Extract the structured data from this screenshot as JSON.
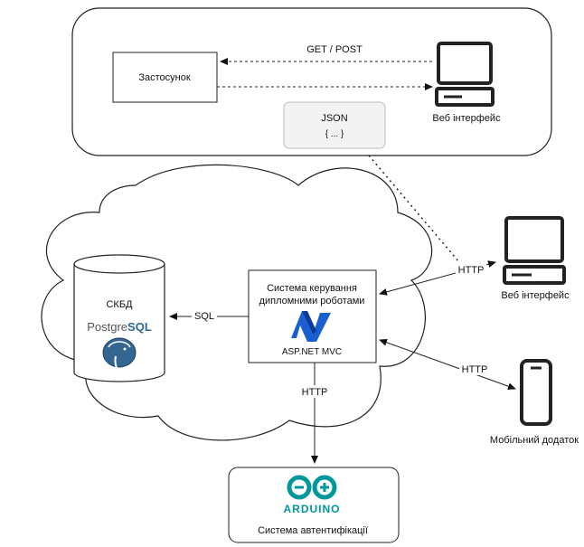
{
  "top_panel": {
    "app_label": "Застосунок",
    "request_label": "GET / POST",
    "json_title": "JSON",
    "json_body": "{ ... }",
    "web_ui_label": "Веб інтерфейс"
  },
  "cloud": {
    "db_label": "СКБД",
    "pg_logo_part1": "Postgre",
    "pg_logo_part2": "SQL",
    "sql_label": "SQL",
    "system_title_line1": "Система керування",
    "system_title_line2": "дипломними роботами",
    "system_tech": "ASP.NET MVC"
  },
  "right_side": {
    "web_ui_label": "Веб інтерфейс",
    "http_web": "HTTP",
    "http_mobile": "HTTP",
    "mobile_label": "Мобільний додаток"
  },
  "bottom": {
    "http_label": "HTTP",
    "arduino_label": "ARDUINO",
    "auth_label": "Система автентифікації"
  },
  "colors": {
    "arduino": "#00979C",
    "aspnet": "#1a5fd0",
    "postgres": "#336791",
    "json_fill": "#f3f3f3"
  }
}
